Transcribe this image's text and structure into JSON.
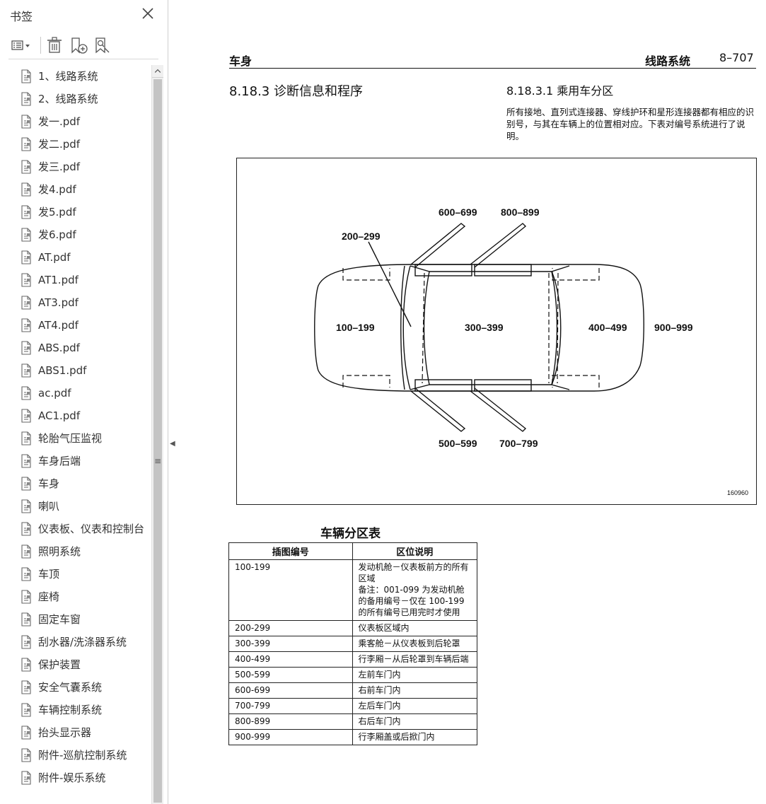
{
  "sidebar": {
    "title": "书签",
    "toolbar": {
      "options_icon": "list-options-icon",
      "delete_icon": "trash-icon",
      "new_bookmark_icon": "new-bookmark-icon",
      "find_bookmark_icon": "find-bookmark-icon"
    },
    "items": [
      {
        "label": "1、线路系统"
      },
      {
        "label": "2、线路系统"
      },
      {
        "label": "发一.pdf"
      },
      {
        "label": "发二.pdf"
      },
      {
        "label": "发三.pdf"
      },
      {
        "label": "发4.pdf"
      },
      {
        "label": "发5.pdf"
      },
      {
        "label": "发6.pdf"
      },
      {
        "label": "AT.pdf"
      },
      {
        "label": "AT1.pdf"
      },
      {
        "label": "AT3.pdf"
      },
      {
        "label": "AT4.pdf"
      },
      {
        "label": "ABS.pdf"
      },
      {
        "label": "ABS1.pdf"
      },
      {
        "label": "ac.pdf"
      },
      {
        "label": "AC1.pdf"
      },
      {
        "label": "轮胎气压监视"
      },
      {
        "label": "车身后端"
      },
      {
        "label": "车身"
      },
      {
        "label": "喇叭"
      },
      {
        "label": "仪表板、仪表和控制台"
      },
      {
        "label": "照明系统"
      },
      {
        "label": "车顶"
      },
      {
        "label": "座椅"
      },
      {
        "label": "固定车窗"
      },
      {
        "label": "刮水器/洗涤器系统"
      },
      {
        "label": "保护装置"
      },
      {
        "label": "安全气囊系统"
      },
      {
        "label": "车辆控制系统"
      },
      {
        "label": "抬头显示器"
      },
      {
        "label": "附件-巡航控制系统"
      },
      {
        "label": "附件-娱乐系统"
      }
    ]
  },
  "document": {
    "header_left": "车身",
    "header_middle": "线路系统",
    "header_right": "8–707",
    "section_heading": "8.18.3 诊断信息和程序",
    "subsection_heading": "8.18.3.1 乘用车分区",
    "subsection_text": "所有接地、直列式连接器、穿线护环和星形连接器都有相应的识别号，与其在车辆上的位置相对应。下表对编号系统进行了说明。",
    "figure": {
      "zones": {
        "front": "100–199",
        "dash": "200–299",
        "cabin": "300–399",
        "trunk": "400–499",
        "lf_door": "500–599",
        "rf_door": "600–699",
        "lr_door": "700–799",
        "rr_door": "800–899",
        "rear": "900–999"
      },
      "id": "160960"
    },
    "table": {
      "title": "车辆分区表",
      "headers": [
        "插图编号",
        "区位说明"
      ],
      "rows": [
        {
          "range": "100-199",
          "desc": "发动机舱－仪表板前方的所有区域\n备注：001-099 为发动机舱的备用编号－仅在 100-199 的所有编号已用完时才使用"
        },
        {
          "range": "200-299",
          "desc": "仪表板区域内"
        },
        {
          "range": "300-399",
          "desc": "乘客舱－从仪表板到后轮罩"
        },
        {
          "range": "400-499",
          "desc": "行李厢－从后轮罩到车辆后端"
        },
        {
          "range": "500-599",
          "desc": "左前车门内"
        },
        {
          "range": "600-699",
          "desc": "右前车门内"
        },
        {
          "range": "700-799",
          "desc": "左后车门内"
        },
        {
          "range": "800-899",
          "desc": "右后车门内"
        },
        {
          "range": "900-999",
          "desc": "行李厢盖或后掀门内"
        }
      ]
    }
  }
}
